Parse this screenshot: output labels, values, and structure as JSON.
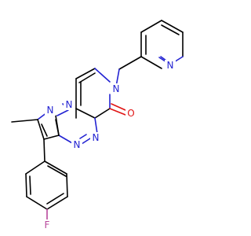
{
  "molecule": {
    "atoms": [
      {
        "id": "N_pyridine",
        "label": "N",
        "color": "#2323d2"
      },
      {
        "id": "N_lactam",
        "label": "N",
        "color": "#2323d2"
      },
      {
        "id": "O_carbonyl",
        "label": "O",
        "color": "#e01414"
      },
      {
        "id": "N_pyrazole2",
        "label": "N",
        "color": "#2323d2"
      },
      {
        "id": "N_pyrazole1",
        "label": "N",
        "color": "#2323d2"
      },
      {
        "id": "N_triazine_a",
        "label": "N",
        "color": "#2323d2"
      },
      {
        "id": "N_triazine_b",
        "label": "N",
        "color": "#2323d2"
      },
      {
        "id": "F",
        "label": "F",
        "color": "#b8489c"
      }
    ]
  }
}
